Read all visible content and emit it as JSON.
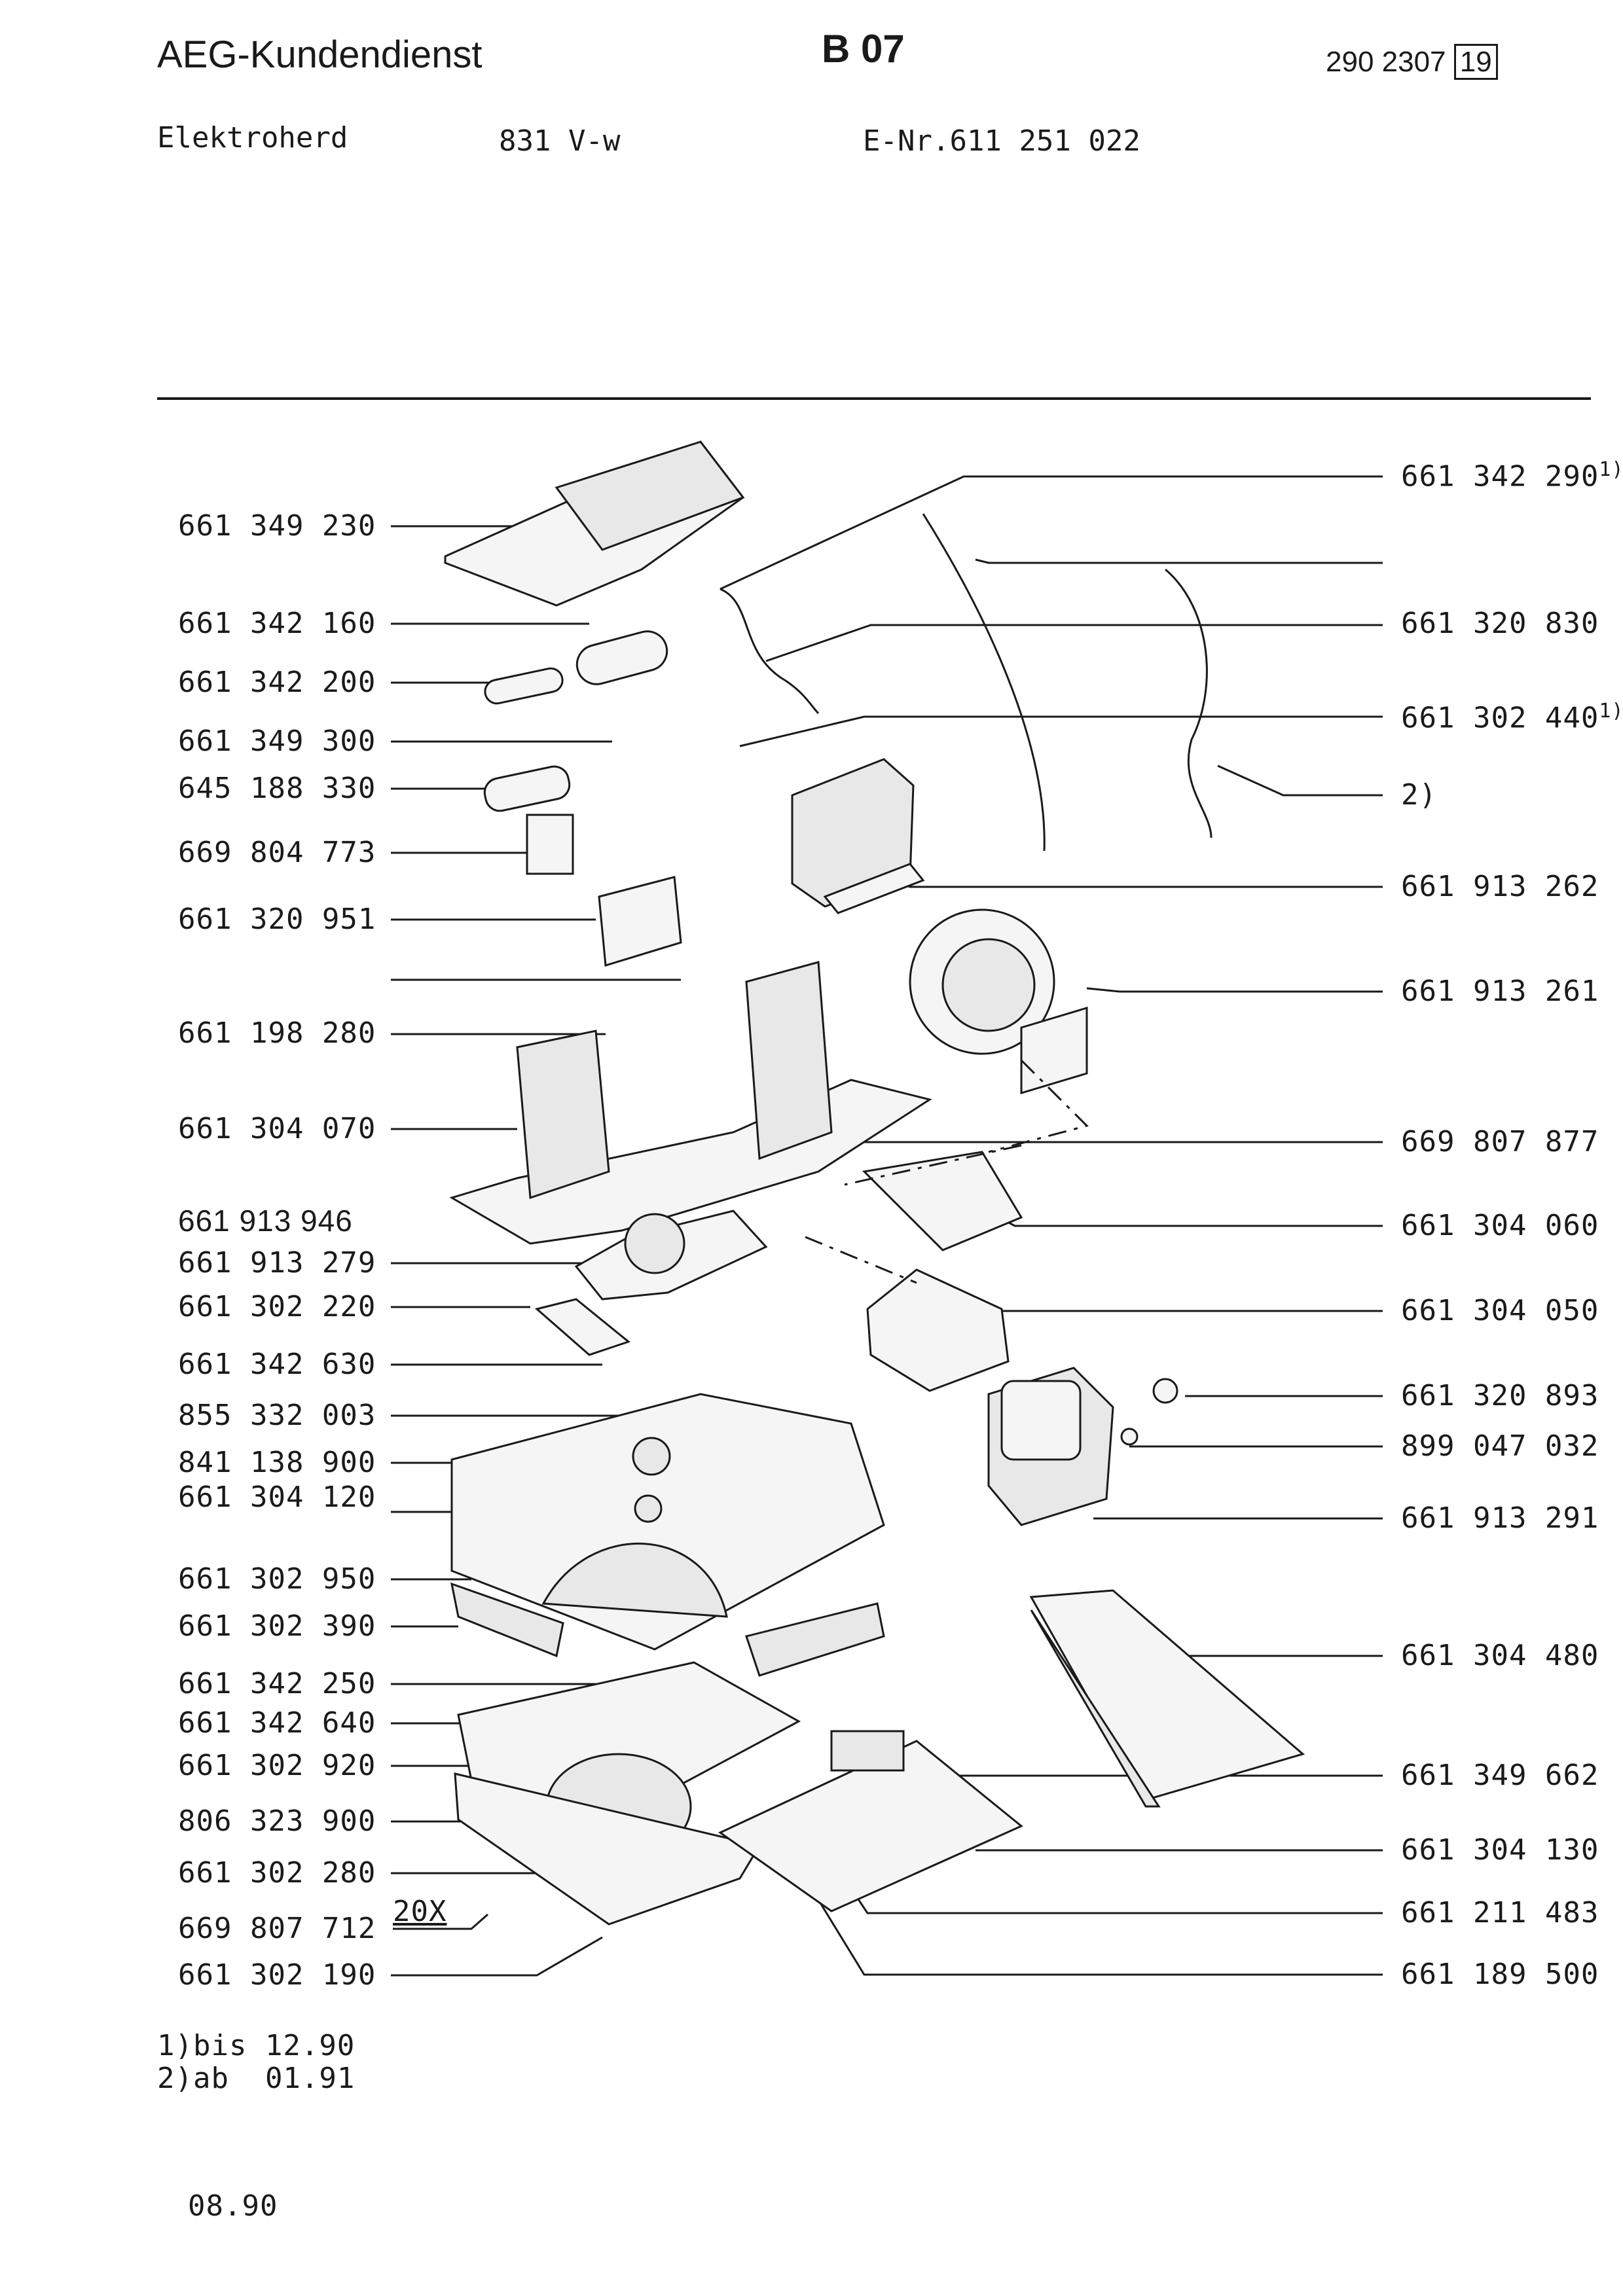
{
  "header": {
    "brand": "AEG-Kundendienst",
    "section_code": "B 07",
    "doc_number": "290 2307",
    "page": "19"
  },
  "model": {
    "product": "Elektroherd",
    "type": "831 V-w",
    "e_nr": "E-Nr.611 251 022"
  },
  "left_parts": [
    "661 349 230",
    "661 342 160",
    "661 342 200",
    "661 349 300",
    "645 188 330",
    "669 804 773",
    "661 320 951",
    "661 198 280",
    "661 304 070",
    "661 913 946",
    "661 913 279",
    "661 302 220",
    "661 342 630",
    "855 332 003",
    "841 138 900",
    "661 304 120",
    "661 302 950",
    "661 302 390",
    "661 342 250",
    "661 342 640",
    "661 302 920",
    "806 323 900",
    "661 302 280",
    "669 807 712",
    "661 302 190"
  ],
  "right_parts": [
    {
      "no": "661 342 290",
      "note": "1)"
    },
    {
      "no": "661 320 830",
      "note": ""
    },
    {
      "no": "661 302 440",
      "note": "1)"
    },
    {
      "no": "2)",
      "note": ""
    },
    {
      "no": "661 913 262",
      "note": ""
    },
    {
      "no": "661 913 261",
      "note": ""
    },
    {
      "no": "669 807 877",
      "note": ""
    },
    {
      "no": "661 304 060",
      "note": ""
    },
    {
      "no": "661 304 050",
      "note": ""
    },
    {
      "no": "661 320 893",
      "note": ""
    },
    {
      "no": "899 047 032",
      "note": ""
    },
    {
      "no": "661 913 291",
      "note": ""
    },
    {
      "no": "661 304 480",
      "note": ""
    },
    {
      "no": "661 349 662",
      "note": ""
    },
    {
      "no": "661 304 130",
      "note": ""
    },
    {
      "no": "661 211 483",
      "note": ""
    },
    {
      "no": "661 189 500",
      "note": ""
    }
  ],
  "screw_qty": "20X",
  "footnotes": [
    "1)bis 12.90",
    "2)ab  01.91"
  ],
  "date": "08.90"
}
